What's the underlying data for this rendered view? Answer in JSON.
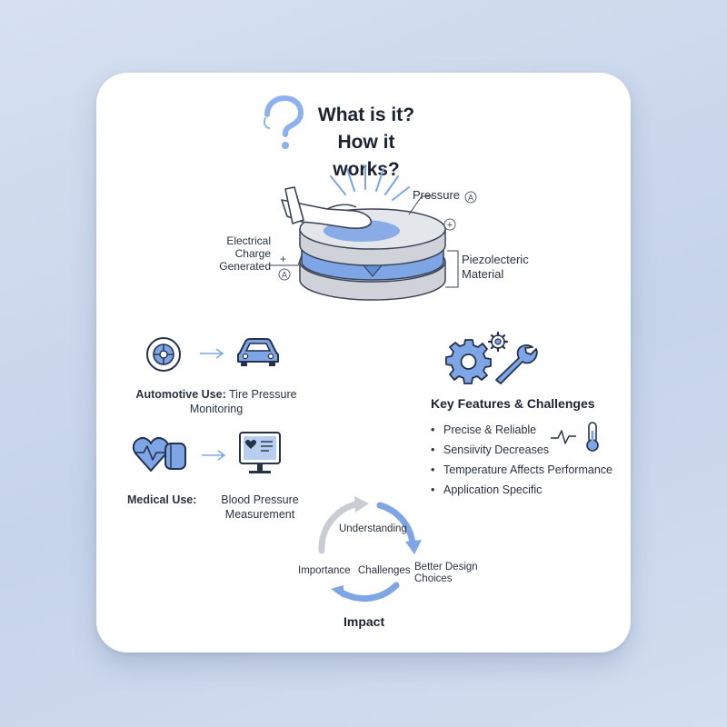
{
  "header": {
    "title_line1": "What is it?",
    "title_line2": "How it works?",
    "icon": "question-mark-icon"
  },
  "mechanism": {
    "pressure_label": "Pressure",
    "charge_label_line1": "Electrical",
    "charge_label_line2": "Charge",
    "charge_label_line3": "Generated",
    "material_label_line1": "Piezolecteric",
    "material_label_line2": "Material",
    "symbols": {
      "plus": "+",
      "ammeter": "A"
    },
    "icons": [
      "hand-icon",
      "piezo-stack-icon"
    ]
  },
  "uses": {
    "automotive": {
      "title": "Automotive Use:",
      "text_line1": "Tire Pressure",
      "text_line2": "Monitoring",
      "icons": [
        "tire-icon",
        "car-icon"
      ]
    },
    "medical": {
      "title": "Medical Use:",
      "text_line1": "Blood Pressure",
      "text_line2": "Measurement",
      "icons": [
        "heart-cuff-icon",
        "monitor-icon"
      ]
    }
  },
  "features": {
    "title": "Key Features & Challenges",
    "items": [
      "Precise & Reliable",
      "Sensiivity Decreases",
      "Temperature Affects Performance",
      "Application Specific"
    ],
    "icons": [
      "gears-icon",
      "wrench-icon",
      "waveform-icon",
      "thermometer-icon"
    ]
  },
  "cycle": {
    "top": "Understanding",
    "left": "Importance",
    "center": "Challenges",
    "right_line1": "Better Design",
    "right_line2": "Choices",
    "caption": "Impact"
  },
  "colors": {
    "accent_blue": "#7ea5e6",
    "dark_stroke": "#24324a",
    "gray": "#c9cdd3"
  }
}
